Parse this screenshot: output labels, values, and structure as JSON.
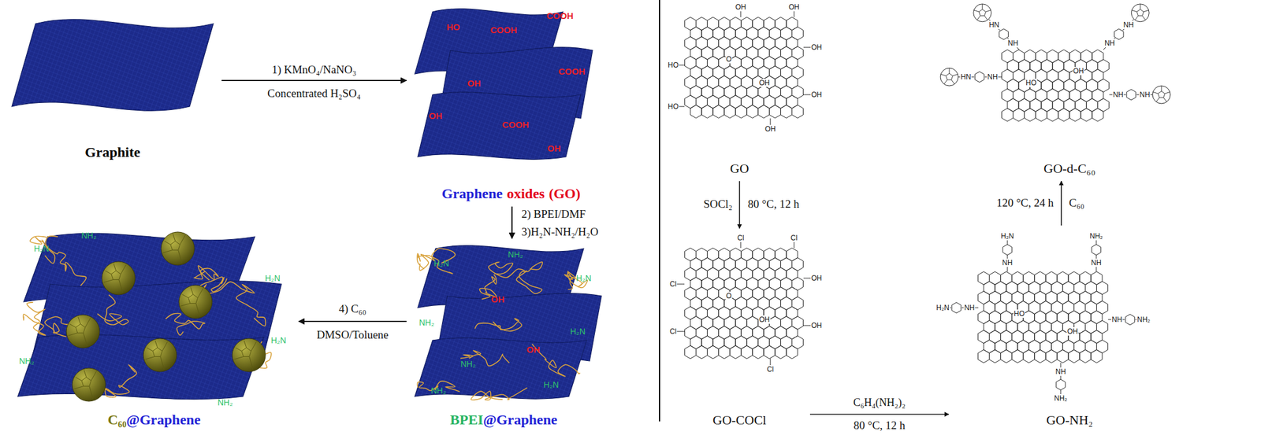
{
  "diagram": {
    "nodes": [
      {
        "text": [
          "Graphite"
        ]
      },
      {
        "text": [
          "Graphene",
          "oxides",
          "(GO)"
        ]
      },
      {
        "text": [
          "BPEI",
          "@Graphene"
        ]
      },
      {
        "text": [
          "C₆₀",
          "@Graphene"
        ]
      },
      {
        "text": [
          "GO"
        ]
      },
      {
        "text": [
          "GO-COCl"
        ]
      },
      {
        "text": [
          "GO-NH₂"
        ]
      },
      {
        "text": [
          "GO-d-C₆₀"
        ]
      }
    ],
    "edges": [
      {
        "from": 0,
        "to": 1,
        "arrow": "to",
        "label": "1) KMnO₄/NaNO₃"
      },
      {
        "from": 1,
        "to": 2,
        "arrow": "to",
        "label": "2) BPEI/DMF"
      },
      {
        "from": 2,
        "to": 3,
        "arrow": "to",
        "label": "4) C₆₀"
      },
      {
        "from": 4,
        "to": 5,
        "arrow": "to",
        "label": "SOCl₂"
      },
      {
        "from": 5,
        "to": 6,
        "arrow": "to",
        "label": "C₆H₄(NH₂)₂"
      },
      {
        "from": 6,
        "to": 7,
        "arrow": "to",
        "label": "C₆₀"
      }
    ],
    "labels": [
      "Concentrated H₂SO₄",
      "3)H₂N-NH₂/H₂O",
      "DMSO/Toluene",
      "80 °C, 12 h",
      "80 °C, 12 h",
      "120 °C, 24 h",
      "HO",
      "COOH",
      "COOH",
      "OH",
      "COOH",
      "OH",
      "COOH",
      "OH",
      "H₂N",
      "NH₂",
      "H₂N",
      "NH₂",
      "H₂N",
      "NH₂",
      "H₂N",
      "NH₂",
      "OH",
      "OH",
      "H₂N",
      "NH₂",
      "H₂N",
      "NH₂",
      "H₂N",
      "NH₂",
      "OH",
      "OH",
      "HO",
      "OH",
      "OH",
      "HO",
      "O",
      "OH",
      "OH",
      "Cl",
      "Cl",
      "Cl",
      "Cl",
      "Cl",
      "OH",
      "OH",
      "O",
      "OH",
      "NH",
      "H₂N",
      "NH",
      "NH₂",
      "NH",
      "H₂N",
      "NH",
      "NH₂",
      "NH",
      "NH₂",
      "HO",
      "OH",
      "NH",
      "HN",
      "NH",
      "NH",
      "NH",
      "HN",
      "NH",
      "NH",
      "HO",
      "OH"
    ]
  }
}
